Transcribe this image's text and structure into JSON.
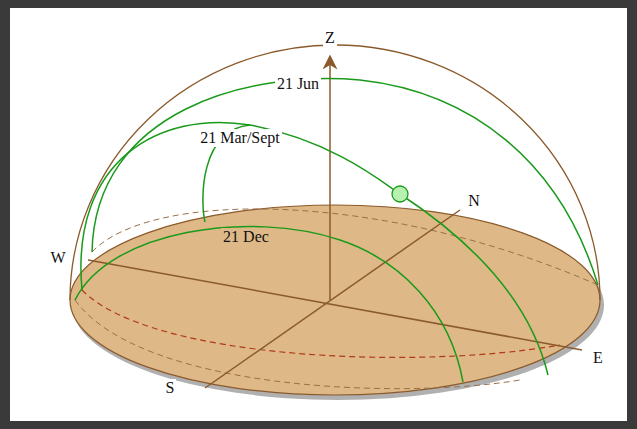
{
  "diagram": {
    "labels": [
      "Z",
      "21 Jun",
      "21 Mar/Sept",
      "21 Dec",
      "N",
      "W",
      "E",
      "S"
    ]
  }
}
